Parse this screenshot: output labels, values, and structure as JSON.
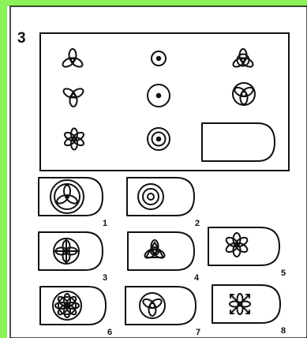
{
  "puzzle": {
    "number": "3",
    "matrix_shapes": [
      [
        "three-petal-propeller",
        "small-ring-with-dot",
        "three-petal-with-circle"
      ],
      [
        "rotated-three-petal",
        "medium-ring-with-dot",
        "circle-with-inner-three-petal"
      ],
      [
        "six-petal-star",
        "double-ring-with-dot",
        "missing-answer-slot"
      ]
    ],
    "options": [
      {
        "label": "1",
        "shape": "circle-with-wheel-spokes"
      },
      {
        "label": "2",
        "shape": "triple-concentric-rings"
      },
      {
        "label": "3",
        "shape": "circle-with-four-petal"
      },
      {
        "label": "4",
        "shape": "three-petal-with-triangle"
      },
      {
        "label": "5",
        "shape": "six-petal-star"
      },
      {
        "label": "6",
        "shape": "circle-with-eight-petal"
      },
      {
        "label": "7",
        "shape": "circle-with-three-petal"
      },
      {
        "label": "8",
        "shape": "four-petal-with-arrows"
      }
    ]
  },
  "colors": {
    "accent_green": "#8cf25a",
    "line": "#111111",
    "background": "#ffffff"
  }
}
